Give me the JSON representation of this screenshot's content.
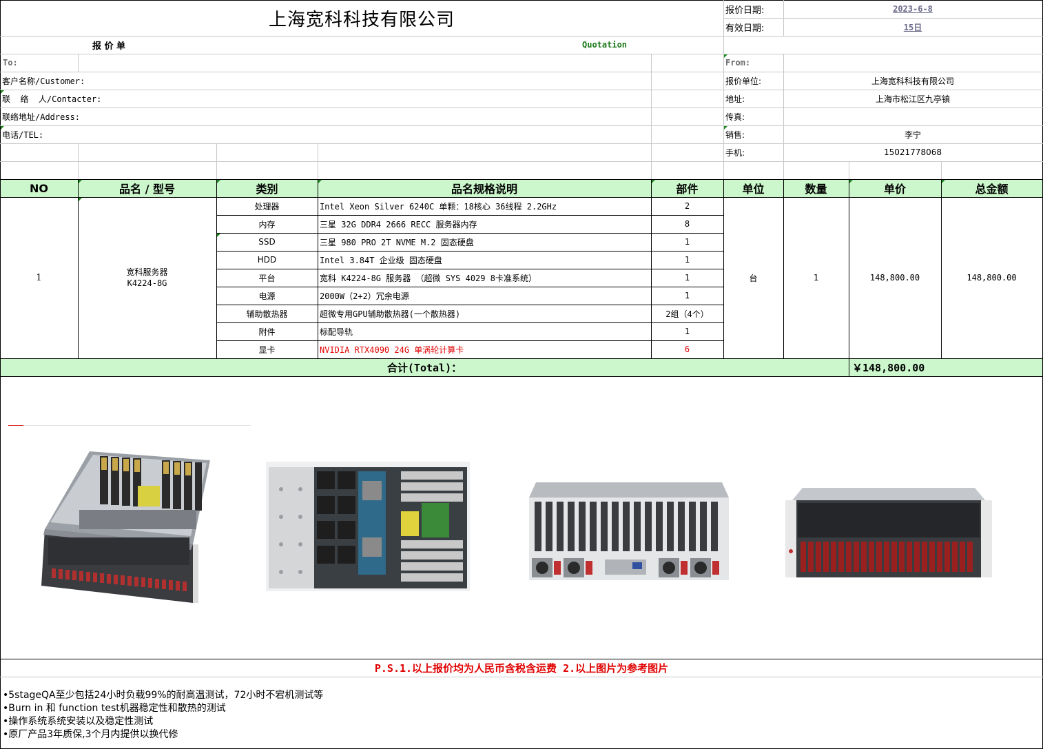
{
  "company_title": "上海宽科科技有限公司",
  "quote_label": "报 价 单",
  "quote_label_en": "Quotation",
  "quote_date_label": "报价日期:",
  "quote_date": "2023-6-8",
  "valid_label": "有效日期:",
  "valid_value": "15日",
  "to_label": "To:",
  "from_label": "From:",
  "customer_left": [
    {
      "label": "客户名称/Customer:"
    },
    {
      "label": "联  络  人/Contacter:"
    },
    {
      "label": "联络地址/Address:"
    },
    {
      "label": "电话/TEL:"
    }
  ],
  "supplier_right": [
    {
      "label": "报价单位:",
      "value": "上海宽科科技有限公司"
    },
    {
      "label": "地址:",
      "value": "上海市松江区九亭镇"
    },
    {
      "label": "传真:",
      "value": ""
    },
    {
      "label": "销售:",
      "value": "李宁"
    },
    {
      "label": "手机:",
      "value": "15021778068"
    }
  ],
  "table_headers": [
    "NO",
    "品名 / 型号",
    "类别",
    "品名规格说明",
    "部件",
    "单位",
    "数量",
    "单价",
    "总金额"
  ],
  "item": {
    "no": "1",
    "name": "宽科服务器",
    "model": "K4224-8G",
    "unit": "台",
    "qty": "1",
    "unit_price": "148,800.00",
    "total": "148,800.00"
  },
  "components": [
    {
      "category": "处理器",
      "spec": "Intel Xeon Silver 6240C 单颗：18核心 36线程 2.2GHz",
      "qty": "2",
      "highlight": false
    },
    {
      "category": "内存",
      "spec": "三星 32G DDR4 2666 RECC 服务器内存",
      "qty": "8",
      "highlight": false
    },
    {
      "category": "SSD",
      "spec": "三星 980 PRO 2T NVME M.2 固态硬盘",
      "qty": "1",
      "highlight": false
    },
    {
      "category": "HDD",
      "spec": "Intel 3.84T 企业级 固态硬盘",
      "qty": "1",
      "highlight": false
    },
    {
      "category": "平台",
      "spec": "宽科 K4224-8G 服务器 （超微 SYS 4029 8卡准系统）",
      "qty": "1",
      "highlight": false
    },
    {
      "category": "电源",
      "spec": "2000W（2+2）冗余电源",
      "qty": "1",
      "highlight": false
    },
    {
      "category": "辅助散热器",
      "spec": "超微专用GPU辅助散热器(一个散热器)",
      "qty": "2组（4个）",
      "highlight": false
    },
    {
      "category": "附件",
      "spec": "标配导轨",
      "qty": "1",
      "highlight": false
    },
    {
      "category": "显卡",
      "spec": "NVIDIA RTX4090 24G 单涡轮计算卡",
      "qty": "6",
      "highlight": true
    }
  ],
  "total_label": "合计(Total)：",
  "total_value": "￥148,800.00",
  "ps_note": "P.S.1.以上报价均为人民币含税含运费 2.以上图片为参考图片",
  "notes": [
    "•5stageQA至少包括24小时负载99%的耐高温测试，72小时不宕机测试等",
    "•Burn in 和 function test机器稳定性和散热的测试",
    "•操作系统系统安装以及稳定性测试",
    "•原厂产品3年质保,3个月内提供以换代修"
  ],
  "colors": {
    "header_green": "#ccf6cc",
    "highlight_red": "#e00000",
    "label_green": "#1a7a1a"
  }
}
